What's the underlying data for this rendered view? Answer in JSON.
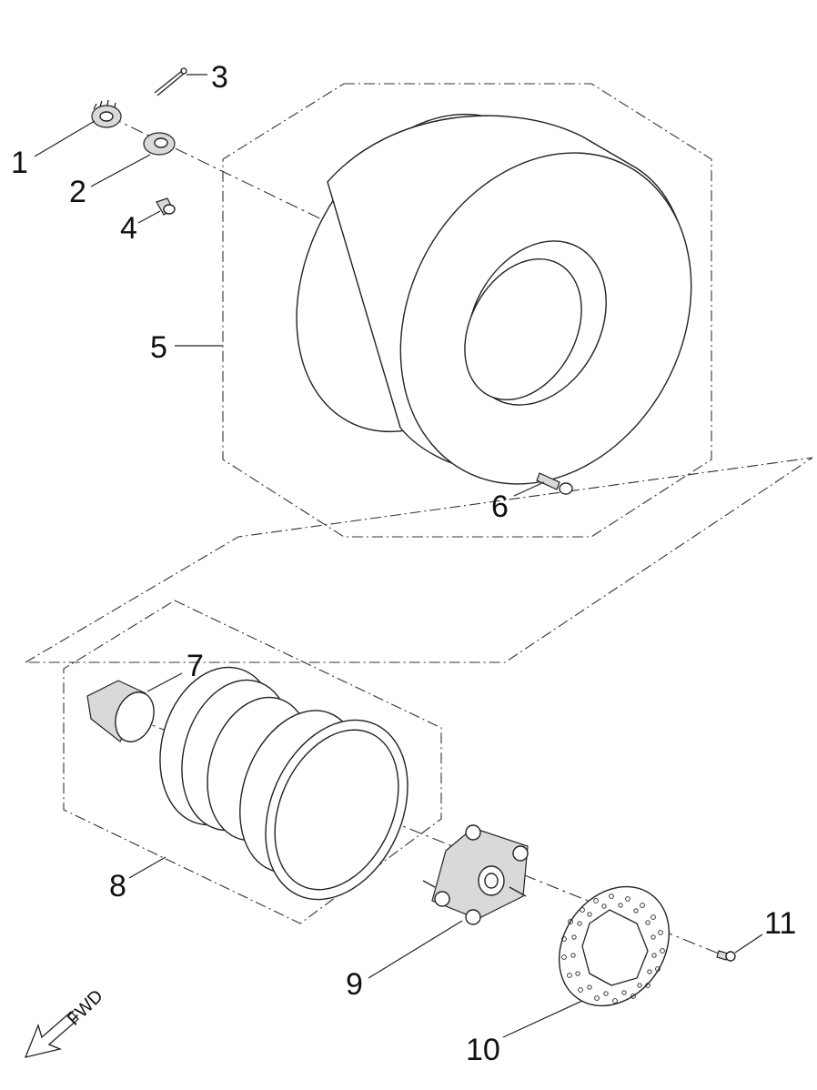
{
  "callouts": {
    "p1": "1",
    "p2": "2",
    "p3": "3",
    "p4": "4",
    "p5": "5",
    "p6": "6",
    "p7": "7",
    "p8": "8",
    "p9": "9",
    "p10": "10",
    "p11": "11"
  },
  "direction_label": "FWD",
  "colors": {
    "line": "#222222",
    "background": "#ffffff"
  }
}
